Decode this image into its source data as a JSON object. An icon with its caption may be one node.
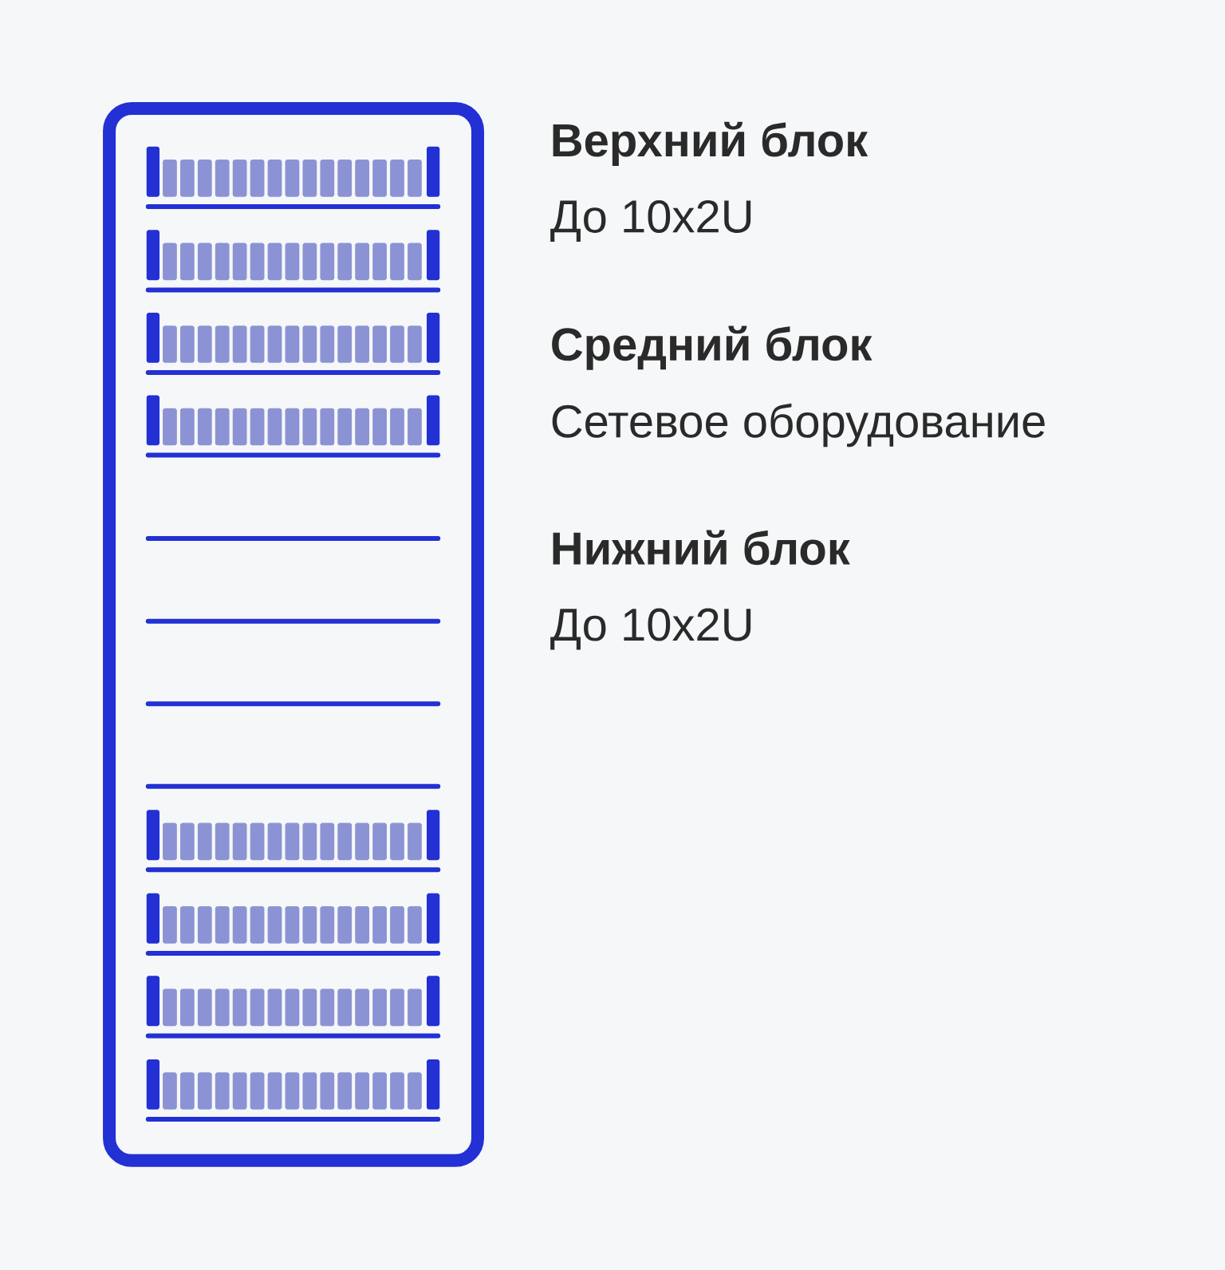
{
  "diagram": {
    "labels": [
      "Верхний блок",
      "До 10x2U",
      "Средний блок",
      "Сетевое оборудование",
      "Нижний блок",
      "До 10x2U"
    ]
  }
}
